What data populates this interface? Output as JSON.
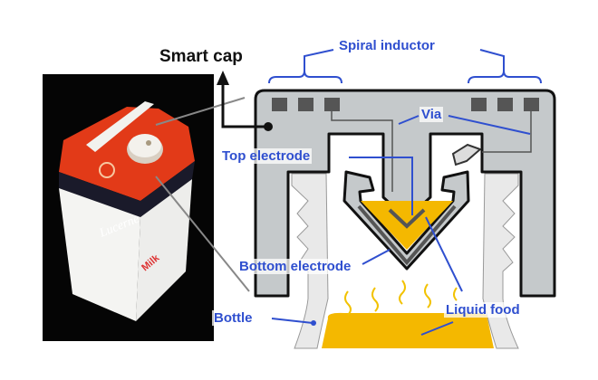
{
  "labels": {
    "smart_cap": "Smart cap",
    "spiral_inductor": "Spiral inductor",
    "via": "Via",
    "top_electrode": "Top electrode",
    "bottom_electrode": "Bottom electrode",
    "bottle": "Bottle",
    "liquid_food": "Liquid food"
  },
  "photo": {
    "brand": "Lucerne",
    "product": "Milk"
  },
  "colors": {
    "label_blue": "#2f4fcf",
    "cap_gray": "#c5c9cb",
    "liquid_yellow": "#f4b800",
    "carton_red": "#e8401c"
  }
}
